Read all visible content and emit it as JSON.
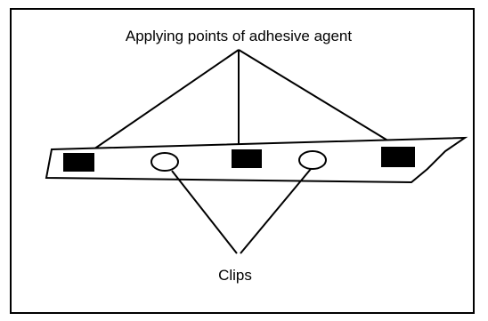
{
  "labels": {
    "top": "Applying points of adhesive agent",
    "bottom": "Clips"
  },
  "legend_items": [
    {
      "name": "adhesive-point",
      "shape": "filled-rectangle",
      "count": 3
    },
    {
      "name": "clip",
      "shape": "ellipse-outline",
      "count": 2
    }
  ],
  "colors": {
    "ink": "#000000",
    "background": "#ffffff"
  }
}
